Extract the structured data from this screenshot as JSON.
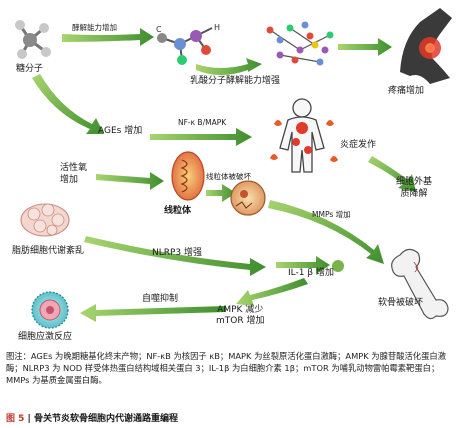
{
  "nodes": {
    "sugar": "糖分子",
    "ages": "AGEs 增加",
    "ros": "活性氧\n增加",
    "adipose": "脂肪细胞代谢紊乱",
    "stress": "细胞应激反应",
    "lactate_gene": "乳酸分子酵解能力增强",
    "pain": "疼痛增加",
    "inflammation": "炎症发作",
    "ecm": "细胞外基\n质降解",
    "mito": "线粒体",
    "bone": "软骨被破坏"
  },
  "edges": {
    "glycolysis_up": "酵解能力增加",
    "nfkb_mapk": "NF-κ B/MAPK",
    "mito_damage": "线粒体被破坏",
    "nlrp3": "NLRP3 增强",
    "mmps": "MMPs 增加",
    "il1b": "IL-1 β 增加",
    "autophagy": "自噬抑制",
    "ampk_mtor": "AMPK 减少\nmTOR 增加"
  },
  "caption": {
    "note": "图注：AGEs 为晚期糖基化终末产物；NF-κB 为核因子 κB；MAPK 为丝裂原活化蛋白激酶；AMPK 为腺苷酸活化蛋白激酶；NLRP3 为 NOD 样受体热蛋白结构域相关蛋白 3；IL-1β 为白细胞介素 1β；mTOR 为哺乳动物雷帕霉素靶蛋白；MMPs 为基质金属蛋白酶。",
    "figure_number": "图 5",
    "figure_title": "骨关节炎软骨细胞内代谢通路重编程"
  },
  "colors": {
    "arrow_green": "#5aa33a",
    "inflammation_red": "#d2402a",
    "mito_orange": "#e07a3a"
  }
}
